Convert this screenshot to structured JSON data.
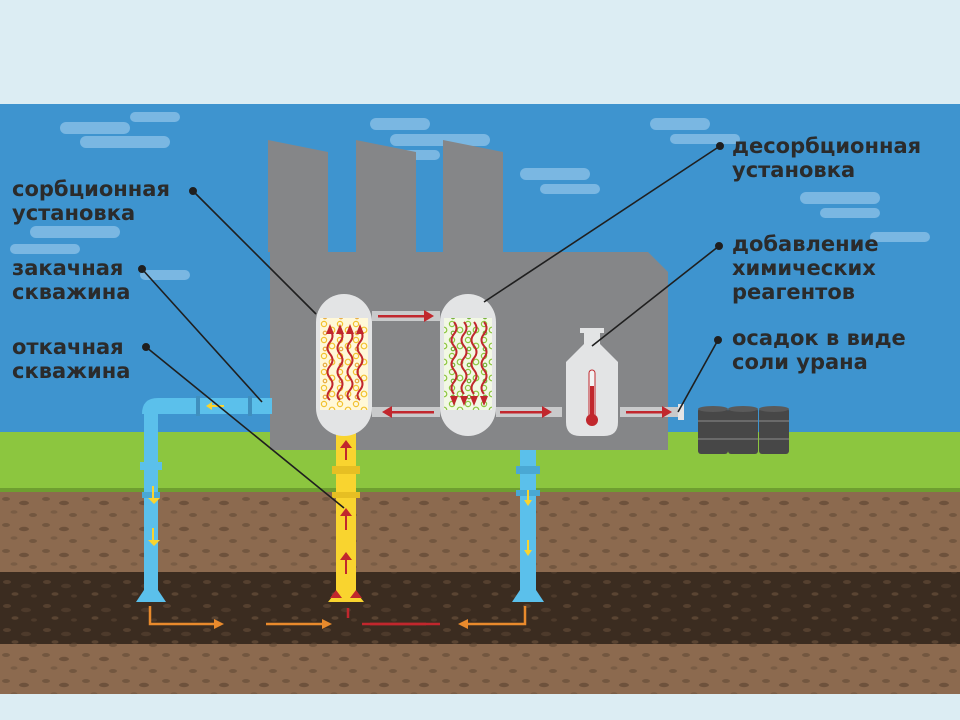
{
  "labels": {
    "sorption": [
      "сорбционная",
      "установка"
    ],
    "injection": [
      "закачная",
      "скважина"
    ],
    "extraction": [
      "откачная",
      "скважина"
    ],
    "desorption": [
      "десорбционная",
      "установка"
    ],
    "reagents": [
      "добавление",
      "химических",
      "реагентов"
    ],
    "sediment": [
      "осадок в виде",
      "соли урана"
    ]
  },
  "colors": {
    "sky": "#3e94cf",
    "cloud": "#7ab7e2",
    "grass": "#8cc63f",
    "soil": "#8c6a4f",
    "deep_soil": "#3b2c20",
    "plant": "#858688",
    "vessel": "#e3e4e5",
    "blue_pipe": "#5bc0eb",
    "yellow_pipe": "#f9d42f",
    "arrow_red": "#c1272d",
    "arrow_orange": "#e98a2c",
    "barrel": "#474747"
  }
}
